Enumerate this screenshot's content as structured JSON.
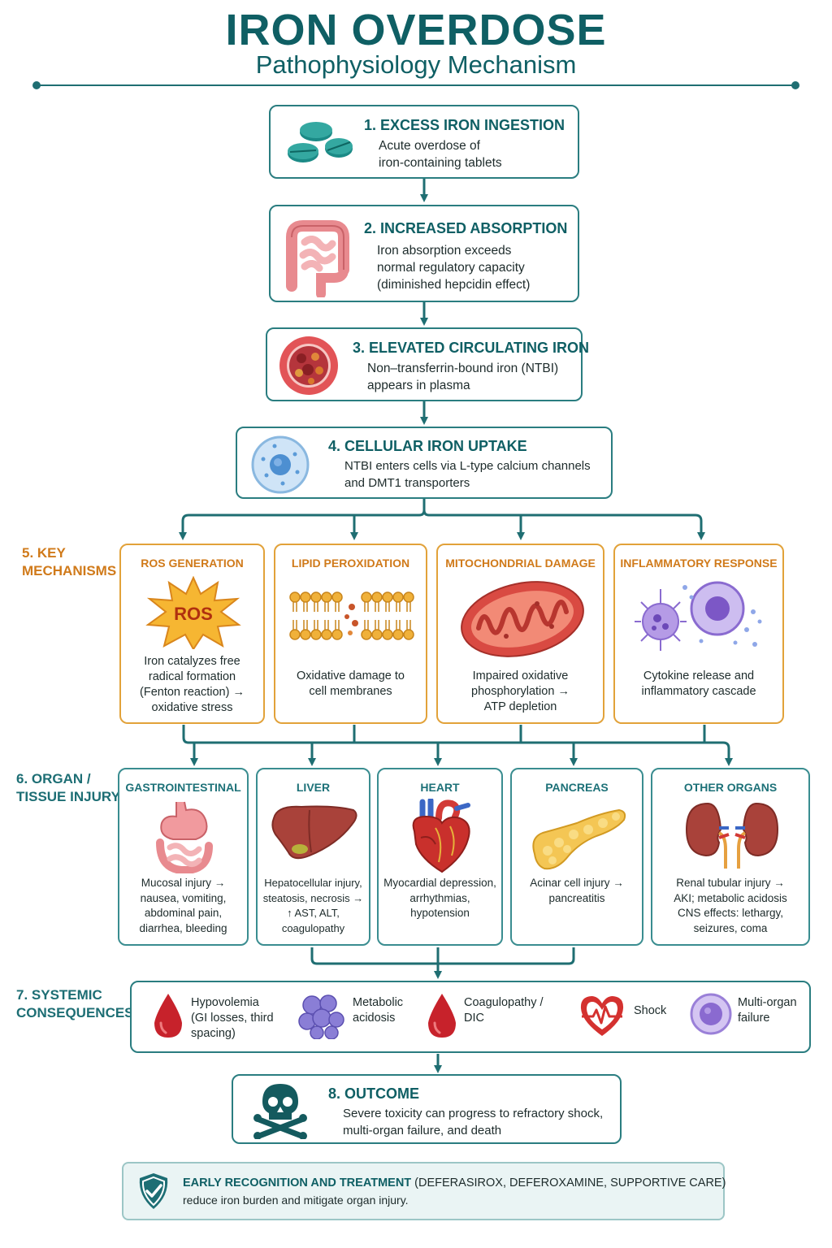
{
  "header": {
    "title": "IRON OVERDOSE",
    "subtitle": "Pathophysiology Mechanism"
  },
  "colors": {
    "teal": "#0f5f64",
    "orange": "#d07a1a",
    "blood_red": "#c7222b"
  },
  "steps": [
    {
      "title": "1. EXCESS IRON INGESTION",
      "lines": [
        "Acute overdose of",
        "iron-containing tablets"
      ],
      "icon": "pills-icon"
    },
    {
      "title": "2. INCREASED ABSORPTION",
      "lines": [
        "Iron absorption exceeds",
        "normal regulatory capacity",
        "(diminished hepcidin effect)"
      ],
      "icon": "intestine-icon"
    },
    {
      "title": "3. ELEVATED CIRCULATING IRON",
      "lines": [
        "Non–transferrin-bound iron (NTBI)",
        "appears in plasma"
      ],
      "icon": "blood-vessel-icon"
    },
    {
      "title": "4. CELLULAR IRON UPTAKE",
      "lines": [
        "NTBI enters cells via L-type calcium channels",
        "and DMT1 transporters"
      ],
      "icon": "cell-icon"
    }
  ],
  "mechanisms": {
    "label_lines": [
      "5. KEY",
      "MECHANISMS"
    ],
    "items": [
      {
        "title": "ROS GENERATION",
        "icon_text": "ROS",
        "lines": [
          "Iron catalyzes free",
          "radical formation",
          "(Fenton reaction) →",
          "oxidative stress"
        ],
        "icon": "ros-burst-icon"
      },
      {
        "title": "LIPID PEROXIDATION",
        "lines": [
          "Oxidative damage to",
          "cell membranes"
        ],
        "icon": "lipid-bilayer-icon"
      },
      {
        "title": "MITOCHONDRIAL DAMAGE",
        "lines": [
          "Impaired oxidative",
          "phosphorylation →",
          "ATP depletion"
        ],
        "icon": "mitochondrion-icon"
      },
      {
        "title": "INFLAMMATORY RESPONSE",
        "lines": [
          "Cytokine release and",
          "inflammatory cascade"
        ],
        "icon": "immune-cells-icon"
      }
    ]
  },
  "organs": {
    "label_lines": [
      "6. ORGAN /",
      "TISSUE INJURY"
    ],
    "items": [
      {
        "title": "GASTROINTESTINAL",
        "lines": [
          "Mucosal injury →",
          "nausea, vomiting,",
          "abdominal pain,",
          "diarrhea, bleeding"
        ],
        "icon": "stomach-icon"
      },
      {
        "title": "LIVER",
        "lines": [
          "Hepatocellular injury,",
          "steatosis, necrosis →",
          "↑ AST, ALT,",
          "coagulopathy"
        ],
        "icon": "liver-icon"
      },
      {
        "title": "HEART",
        "lines": [
          "Myocardial depression,",
          "arrhythmias,",
          "hypotension"
        ],
        "icon": "heart-icon"
      },
      {
        "title": "PANCREAS",
        "lines": [
          "Acinar cell injury →",
          "pancreatitis"
        ],
        "icon": "pancreas-icon"
      },
      {
        "title": "OTHER ORGANS",
        "lines": [
          "Renal tubular injury →",
          "AKI; metabolic acidosis",
          "CNS effects: lethargy,",
          "seizures, coma"
        ],
        "icon": "kidneys-icon"
      }
    ]
  },
  "systemic": {
    "label_lines": [
      "7. SYSTEMIC",
      "CONSEQUENCES"
    ],
    "items": [
      {
        "lines": [
          "Hypovolemia",
          "(GI losses, third",
          "spacing)"
        ],
        "icon": "blood-drop-icon"
      },
      {
        "lines": [
          "Metabolic",
          "acidosis"
        ],
        "icon": "molecule-cluster-icon"
      },
      {
        "lines": [
          "Coagulopathy /",
          "DIC"
        ],
        "icon": "blood-drop-icon"
      },
      {
        "lines": [
          "Shock"
        ],
        "icon": "heart-pulse-icon"
      },
      {
        "lines": [
          "Multi-organ",
          "failure"
        ],
        "icon": "cell-sphere-icon"
      }
    ]
  },
  "outcome": {
    "title": "8. OUTCOME",
    "lines": [
      "Severe toxicity can progress to refractory shock,",
      "multi-organ failure, and death"
    ],
    "icon": "skull-crossbones-icon"
  },
  "footer": {
    "bold": "EARLY RECOGNITION AND TREATMENT",
    "rest": " (DEFERASIROX, DEFEROXAMINE, SUPPORTIVE CARE)",
    "line2": "reduce iron burden and mitigate organ injury.",
    "icon": "shield-check-icon"
  }
}
